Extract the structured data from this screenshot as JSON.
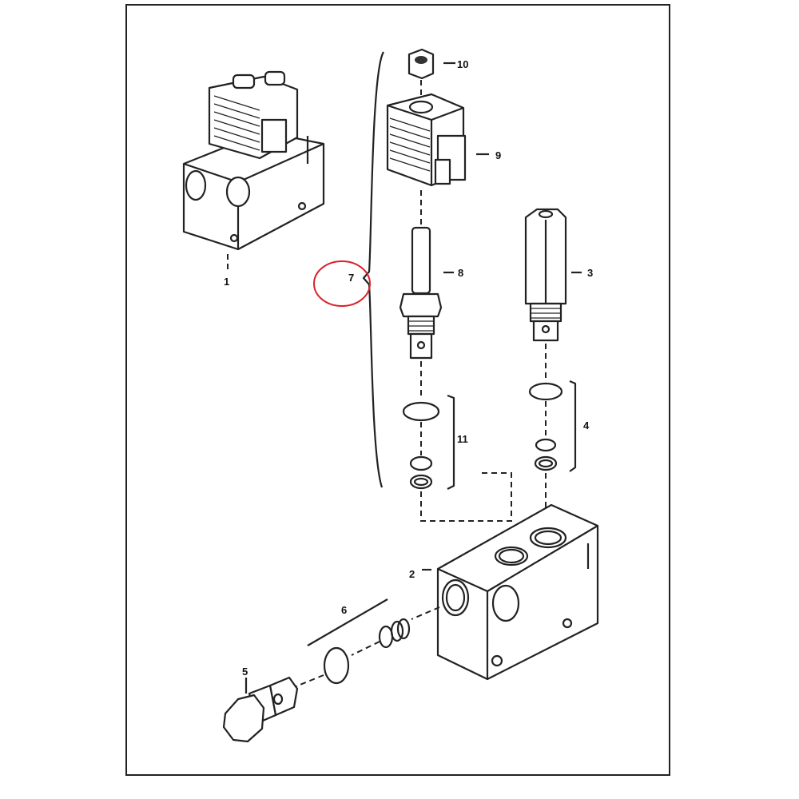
{
  "diagram": {
    "type": "exploded-parts-diagram",
    "callouts": {
      "p1": "1",
      "p2": "2",
      "p3": "3",
      "p4": "4",
      "p5": "5",
      "p6": "6",
      "p7": "7",
      "p8": "8",
      "p9": "9",
      "p10": "10",
      "p11": "11"
    },
    "highlight": {
      "callout": "7",
      "color": "#d9222a"
    },
    "line_color": "#222222"
  }
}
